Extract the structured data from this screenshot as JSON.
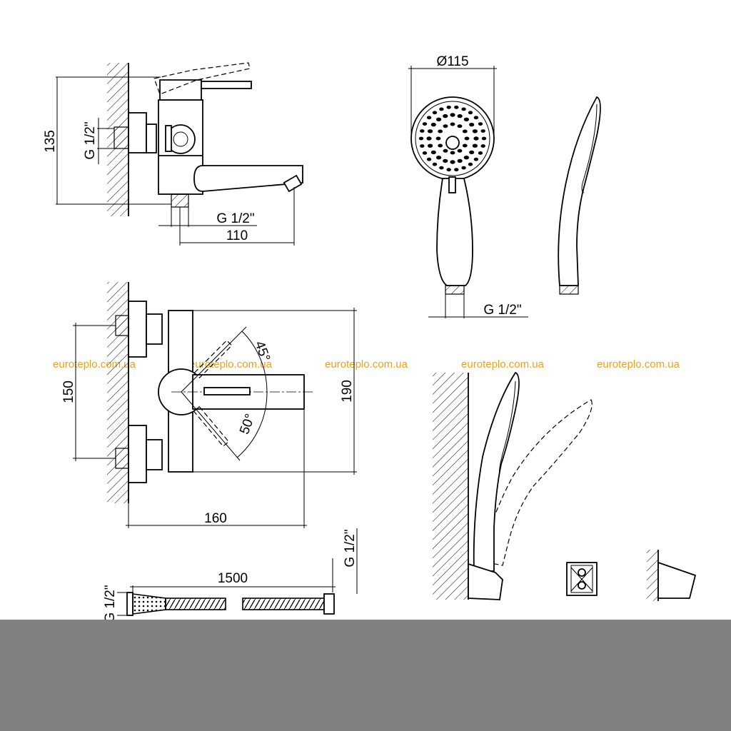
{
  "dimensions": {
    "top_height": "135",
    "top_thread_side": "G 1/2\"",
    "top_thread_bottom": "G 1/2\"",
    "top_width": "110",
    "head_diameter": "Ø115",
    "head_thread": "G 1/2\"",
    "front_spacing": "150",
    "front_height": "190",
    "front_width": "160",
    "angle_up": "45°",
    "angle_down": "50°",
    "hose_length": "1500",
    "hose_thread_left": "G 1/2\"",
    "hose_thread_right": "G 1/2\""
  },
  "watermarks": [
    "euroteplo.com.ua",
    "euroteplo.com.ua",
    "euroteplo.com.ua",
    "euroteplo.com.ua",
    "euroteplo.com.ua"
  ],
  "colors": {
    "watermark": "#f0a020",
    "bottom_band": "#808080",
    "line": "#000000"
  }
}
